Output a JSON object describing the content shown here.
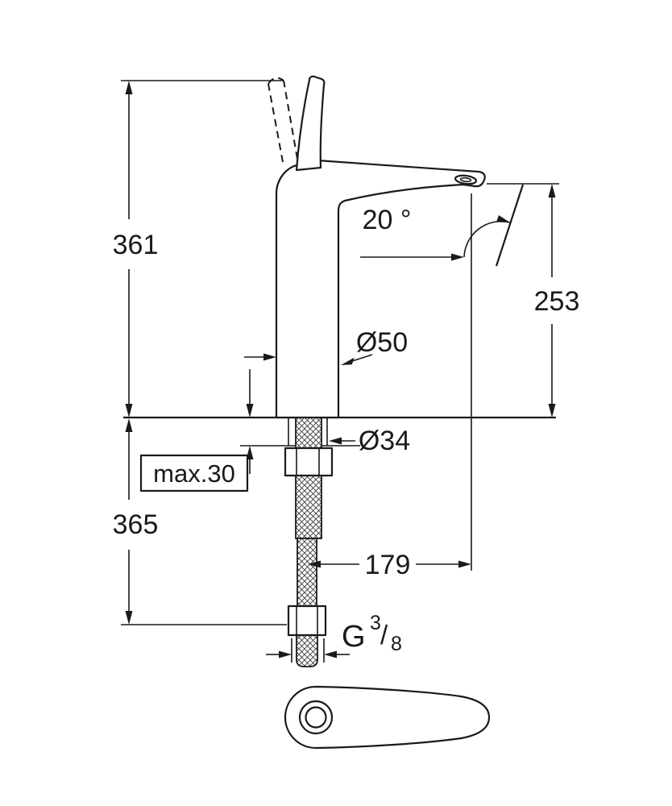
{
  "drawing": {
    "type": "technical-dimension-diagram",
    "subject": "single-lever basin mixer faucet with mounting parts and lever detail",
    "colors": {
      "line": "#1a1a1a",
      "background": "#ffffff"
    },
    "dimensions": {
      "total_height": "361",
      "below_deck_length": "365",
      "spout_height": "253",
      "angle": "20 °",
      "body_diameter": "Ø50",
      "hole_diameter": "Ø34",
      "max_deck_thickness": "max.30",
      "spout_projection": "179"
    },
    "thread": {
      "prefix": "G",
      "numerator": "3",
      "slash": "/",
      "denominator": "8"
    }
  }
}
